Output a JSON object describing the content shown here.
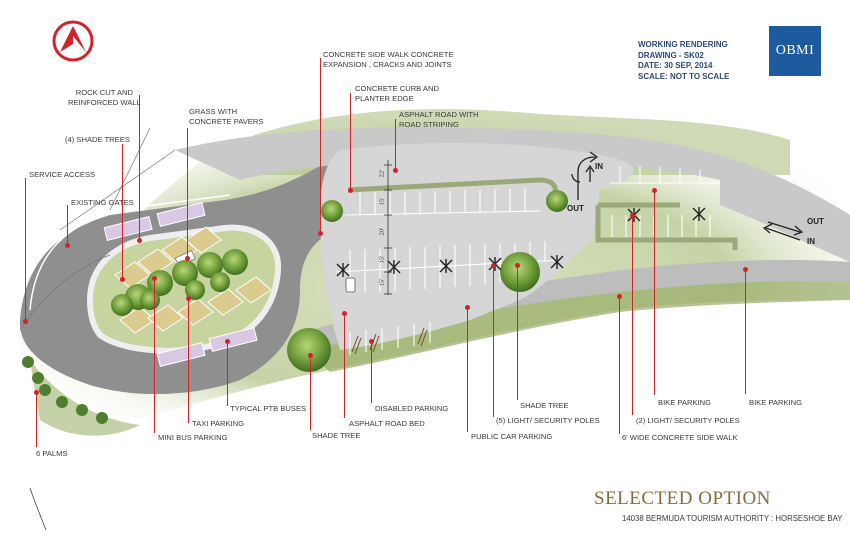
{
  "title_block": {
    "meta": [
      "WORKING RENDERING",
      "DRAWING - SK02",
      "DATE: 30 SEP, 2014",
      "SCALE: NOT TO SCALE"
    ],
    "brand": "OBMI",
    "title": "SELECTED OPTION",
    "subtitle": "14038 BERMUDA TOURISM AUTHORITY : HORSESHOE BAY"
  },
  "traffic": {
    "in_top": "IN",
    "out_top": "OUT",
    "out_right": "OUT",
    "in_right": "IN"
  },
  "dimensions": [
    "22'",
    "15'",
    "20'",
    "15'",
    "15'"
  ],
  "labels": {
    "rock_cut": "ROCK CUT AND\nREINFORCED WALL",
    "grass": "GRASS WITH\nCONCRETE PAVERS",
    "shade_trees_4": "(4) SHADE TREES",
    "service_access": "SERVICE ACCESS",
    "existing_gates": "EXISTING GATES",
    "concrete_sidewalk": "CONCRETE SIDE WALK CONCRETE\nEXPANSION , CRACKS AND JOINTS",
    "curb": "CONCRETE CURB AND\nPLANTER EDGE",
    "asphalt_road": "ASPHALT ROAD WITH\nROAD STRIPING",
    "six_palms": "6 PALMS",
    "mini_bus": "MINI BUS PARKING",
    "taxi": "TAXI PARKING",
    "ptb_buses": "TYPICAL PTB BUSES",
    "shade_tree_1": "SHADE TREE",
    "road_bed": "ASPHALT ROAD BED",
    "disabled": "DISABLED PARKING",
    "public_car": "PUBLIC CAR PARKING",
    "light_poles_5": "(5) LIGHT/ SECURITY POLES",
    "shade_tree_2": "SHADE TREE",
    "sidewalk_6": "6' WIDE CONCRETE SIDE WALK",
    "light_poles_2": "(2) LIGHT/ SECURITY POLES",
    "bike_parking_1": "BIKE PARKING",
    "bike_parking_2": "BIKE PARKING"
  }
}
